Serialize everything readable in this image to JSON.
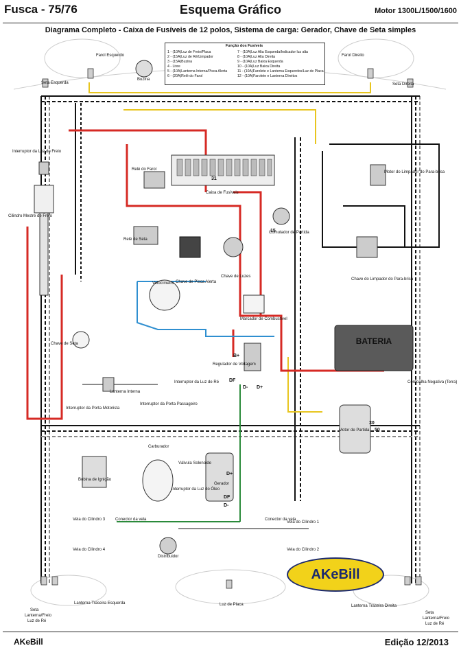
{
  "header": {
    "title_left": "Fusca - 75/76",
    "title_center": "Esquema Gráfico",
    "title_right": "Motor 1300L/1500/1600",
    "subtitle": "Diagrama Completo - Caixa de Fusíveis de 12 polos, Sistema de carga: Gerador, Chave de Seta simples"
  },
  "fuse_table": {
    "title": "Função dos Fusíveis",
    "left": [
      "1 - (10A)Luz de Freio/Placa",
      "2 - (15A)Luz de Ré/Limpador",
      "3 - (15A)Buzina",
      "4 - Livre",
      "5 - (10A)Lanterna Interna/Pisca Alerta",
      "6 - (20A)Relé do Farol"
    ],
    "right": [
      "7 - (10A)Luz Alta Esquerda/Indicador luz alta",
      "8 - (10A)Luz Alta Direita",
      "9 - (10A)Luz Baixa Esquerda",
      "10 - (10A)Luz Baixa Direita",
      "11 - (10A)Farolete e Lanterna Esquerdos/Luz de Placa",
      "12 - (10A)Farolete e Lanterna Direitos"
    ]
  },
  "labels": {
    "farol_esquerdo": "Farol Esquerdo",
    "farol_direito": "Farol Direito",
    "buzina": "Buzina",
    "seta_esquerda": "Seta Esquerda",
    "seta_direita": "Seta Direita",
    "interruptor_freio": "Interruptor da Luz do Freio",
    "cilindro_mestre": "Cilindro Mestre de Freio",
    "rele_farol": "Relé do Farol",
    "caixa_fusiveis": "Caixa de Fusíveis",
    "rele_seta": "Relé de Seta",
    "chave_pisca": "Chave de Pisca Alerta",
    "chave_luzes": "Chave de Luzes",
    "comutador_partida": "Comutador de Partida",
    "motor_limpador": "Motor do Limpador do Para-brisa",
    "chave_limpador": "Chave do Limpador do Para-brisa",
    "velocimetro": "Velocímetro",
    "marcador_combustivel": "Marcador de Combustível",
    "chave_seta": "Chave de Seta",
    "bateria": "BATERIA",
    "cordoalha": "Cordoalha Negativa (Terra)",
    "regulador": "Regulador de Voltagem",
    "lanterna_interna": "Lanterna Interna",
    "interruptor_porta_motorista": "Interruptor da Porta Motorista",
    "interruptor_porta_passageiro": "Interruptor da Porta Passageiro",
    "interruptor_luz_re": "Interruptor da Luz de Ré",
    "motor_partida": "Motor de Partida",
    "carburador": "Carburador",
    "valvula_solenoide": "Válvula Solenoide",
    "bobina": "Bobina de Ignição",
    "interruptor_oleo": "Interruptor da Luz do Óleo",
    "gerador": "Gerador",
    "vela3": "Vela do Cilindro 3",
    "vela4": "Vela do Cilindro 4",
    "vela1": "Vela do Cilindro 1",
    "vela2": "Vela do Cilindro 2",
    "conector_vela": "Conector da vela",
    "distribuidor": "Distribuidor",
    "lanterna_esq": "Lanterna Traseira Esquerda",
    "lanterna_dir": "Lanterna Traseira Direita",
    "luz_placa": "Luz de Placa",
    "seta": "Seta",
    "lanterna_freio": "Lanterna/Freio",
    "luz_re": "Luz de Ré",
    "b_plus": "B+",
    "df": "DF",
    "d_minus": "D-",
    "d_plus": "D+",
    "t30": "30",
    "t15": "15",
    "t31": "31",
    "t50": "50"
  },
  "logo": {
    "text": "AKeBill"
  },
  "footer": {
    "left": "AKeBill",
    "right": "Edição 12/2013"
  },
  "colors": {
    "red": "#d62a24",
    "black": "#111111",
    "blue": "#2f8fd0",
    "green": "#2a8a3a",
    "yellow": "#e8c51e",
    "gray": "#8a8a8a",
    "brown": "#8a5a2a",
    "white_wire": "#dddddd"
  }
}
